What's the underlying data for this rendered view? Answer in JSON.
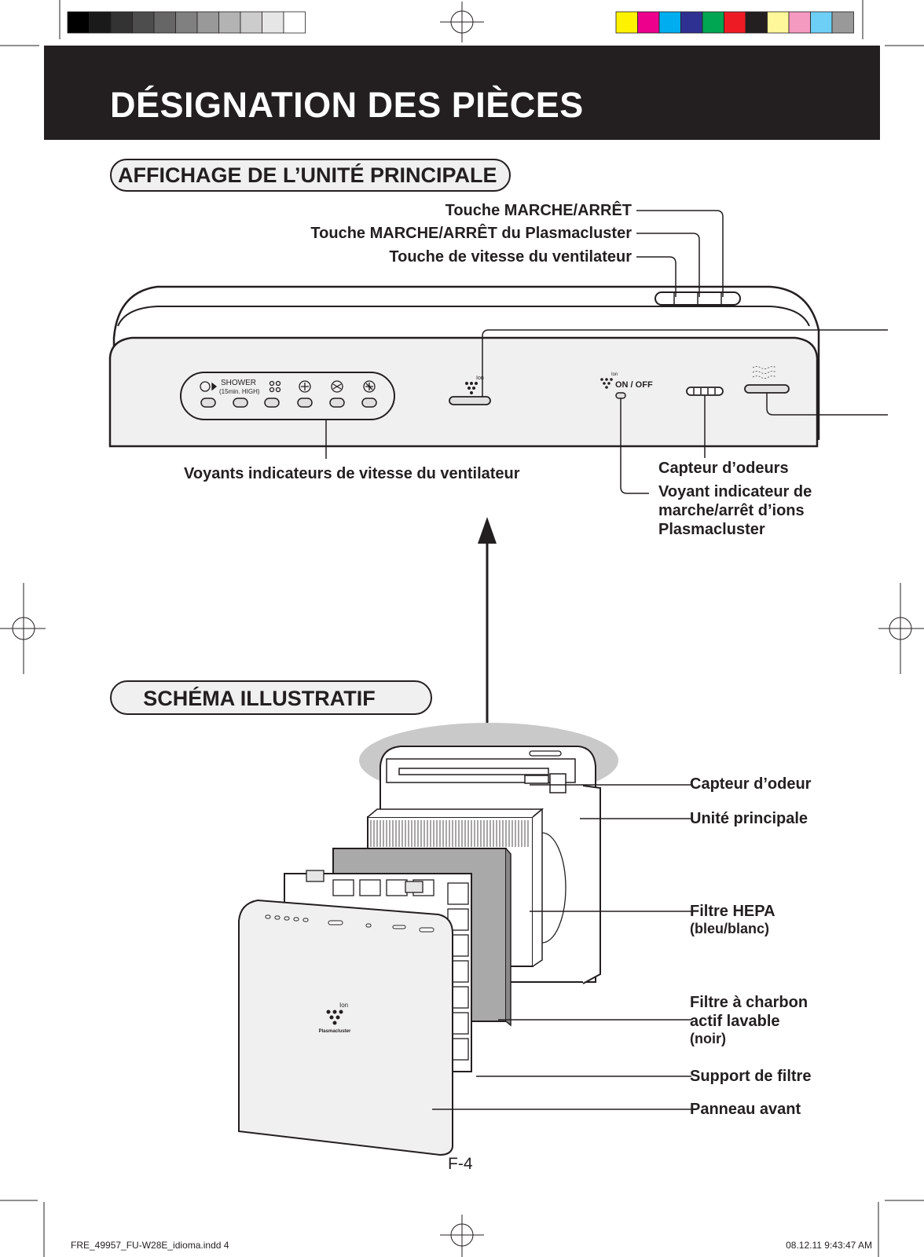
{
  "page": {
    "title": "DÉSIGNATION DES PIÈCES",
    "page_number": "F-4"
  },
  "section_display": {
    "heading": "AFFICHAGE DE L’UNITÉ PRINCIPALE",
    "labels": {
      "power_button": "Touche MARCHE/ARRÊT",
      "plasmacluster_button": "Touche MARCHE/ARRÊT du Plasmacluster",
      "fan_speed_button": "Touche de vitesse du ventilateur",
      "fan_speed_indicators": "Voyants indicateurs de vitesse du ventilateur",
      "odor_sensor": "Capteur d’odeurs",
      "ion_indicator_line1": "Voyant indicateur de",
      "ion_indicator_line2": "marche/arrêt d’ions",
      "ion_indicator_line3": "Plasmacluster"
    },
    "panel": {
      "shower_label": "SHOWER",
      "shower_sub": "(15min. HIGH)",
      "on_off_label": "ON / OFF",
      "ion_label": "Ion"
    }
  },
  "section_schema": {
    "heading": "SCHÉMA ILLUSTRATIF",
    "labels": {
      "odor_sensor": "Capteur d’odeur",
      "main_unit": "Unité principale",
      "hepa_filter": "Filtre HEPA",
      "hepa_filter_sub": "(bleu/blanc)",
      "carbon_filter_line1": "Filtre à charbon",
      "carbon_filter_line2": "actif lavable",
      "carbon_filter_sub": "(noir)",
      "filter_support": "Support de filtre",
      "front_panel": "Panneau avant"
    },
    "front_panel_logo": {
      "ion": "Ion",
      "brand": "Plasmacluster"
    }
  },
  "print_marks": {
    "file_name": "FRE_49957_FU-W28E_idioma.indd   4",
    "timestamp": "08.12.11   9:43:47 AM",
    "gray_swatches": [
      "#000000",
      "#1a1a1a",
      "#333333",
      "#4d4d4d",
      "#666666",
      "#808080",
      "#999999",
      "#b3b3b3",
      "#cccccc",
      "#e6e6e6",
      "#ffffff"
    ],
    "color_swatches": [
      "#fff200",
      "#ec008c",
      "#00aeef",
      "#2e3192",
      "#00a651",
      "#ed1c24",
      "#231f20",
      "#fff799",
      "#f49ac1",
      "#6dcff6",
      "#999999"
    ]
  }
}
